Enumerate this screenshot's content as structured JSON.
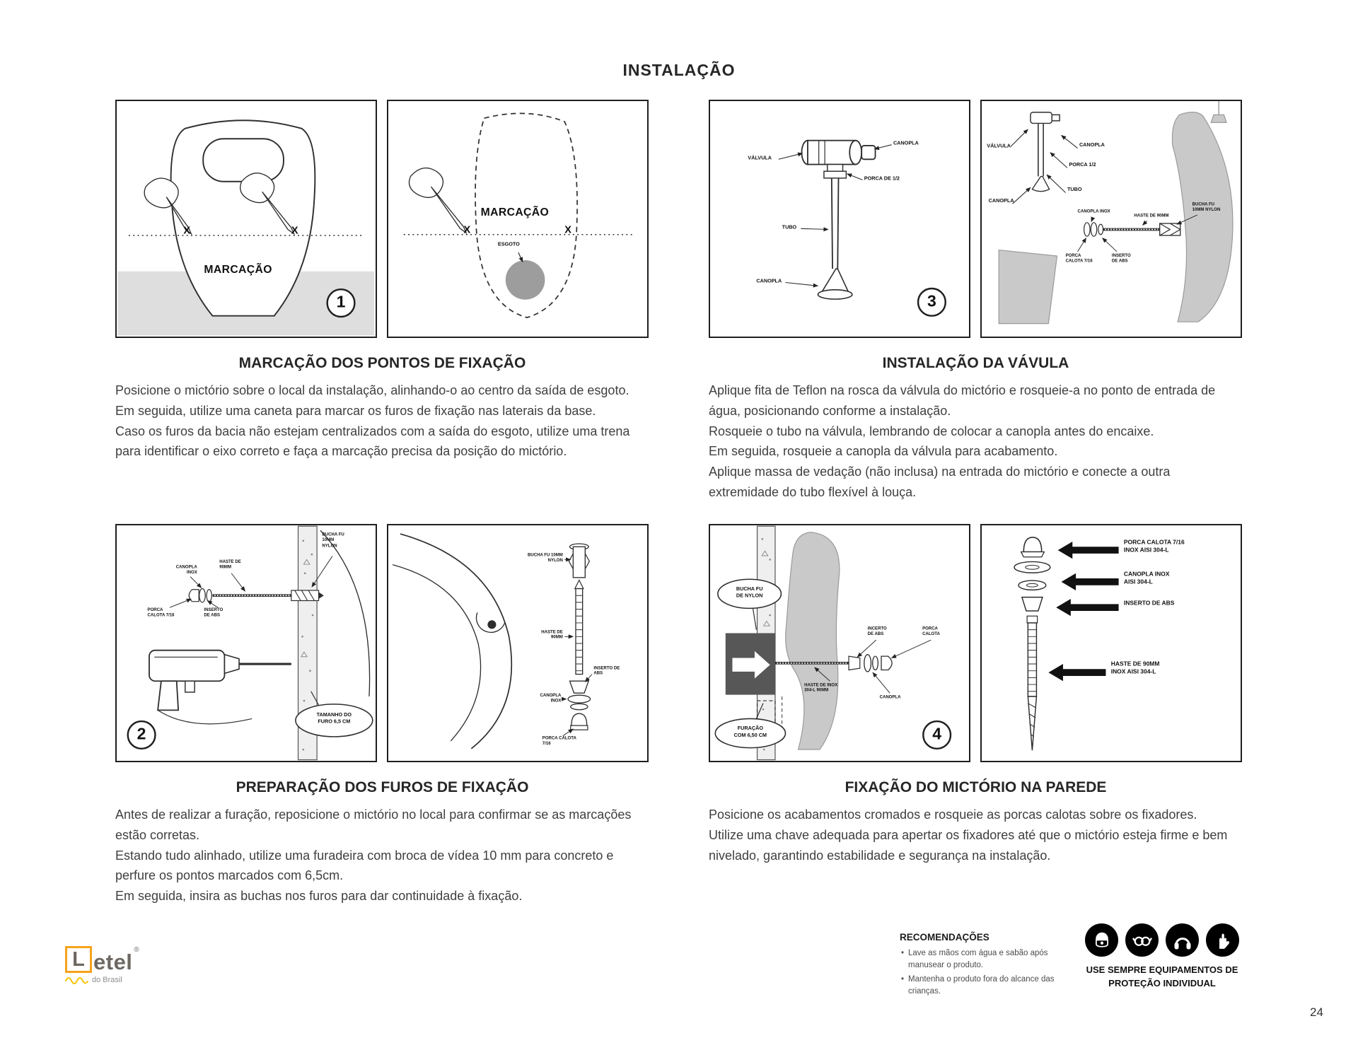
{
  "page": {
    "title": "INSTALAÇÃO",
    "page_number": "24"
  },
  "colors": {
    "logo_orange": "#F5A31A",
    "logo_wave": "#F6C915",
    "diagram_gray": "#C9C9C9"
  },
  "steps": {
    "s1": {
      "number": "1",
      "heading": "MARCAÇÃO DOS PONTOS DE FIXAÇÃO",
      "body": "Posicione o mictório sobre o local da instalação, alinhando-o ao centro da saída de esgoto. Em seguida, utilize uma caneta para marcar os furos de fixação nas laterais da base.\nCaso os furos da bacia não estejam centralizados com a saída do esgoto, utilize uma trena para identificar o eixo correto e faça a marcação precisa da posição do mictório.",
      "a": {
        "marcacao": "MARCAÇÃO",
        "x": "X"
      },
      "b": {
        "marcacao": "MARCAÇÃO",
        "esgoto": "ESGOTO",
        "x": "X"
      }
    },
    "s2": {
      "number": "2",
      "heading": "PREPARAÇÃO DOS FUROS DE FIXAÇÃO",
      "body": "Antes de realizar a furação, reposicione o mictório no local para confirmar se as marcações estão corretas.\nEstando tudo alinhado, utilize uma furadeira com broca de vídea 10 mm para concreto e perfure os pontos marcados com 6,5cm.\nEm seguida, insira as buchas nos furos para dar continuidade à fixação.",
      "a": {
        "bucha": "BUCHA FU\n10MM\nNYLON",
        "canopla_inox": "CANOPLA\nINOX",
        "haste": "HASTE DE\n90MM",
        "porca_calota": "PORCA\nCALOTA 7/16",
        "inserto": "INSERTO\nDE ABS",
        "tamanho_furo": "TAMANHO DO\nFURO 6,5 CM"
      },
      "b": {
        "bucha": "BUCHA FU 10MM\nNYLON",
        "haste": "HASTE DE\n90MM",
        "inserto": "INSERTO DE\nABS",
        "canopla_inox": "CANOPLA\nINOX",
        "porca_calota": "PORCA CALOTA\n7/16"
      }
    },
    "s3": {
      "number": "3",
      "heading": "INSTALAÇÃO DA VÁVULA",
      "body": "Aplique fita de Teflon na rosca da válvula do mictório e rosqueie-a no ponto de entrada de água, posicionando conforme a instalação.\nRosqueie o tubo na válvula, lembrando de colocar a canopla antes do encaixe.\nEm seguida, rosqueie a canopla da válvula para acabamento.\nAplique massa de vedação (não inclusa) na entrada do mictório e conecte a outra extremidade do tubo flexível à louça.",
      "a": {
        "canopla_top": "CANOPLA",
        "valvula": "VÁLVULA",
        "porca": "PORCA DE 1/2",
        "tubo": "TUBO",
        "canopla_bottom": "CANOPLA"
      },
      "b": {
        "valvula": "VÁLVULA",
        "canopla_top": "CANOPLA",
        "porca": "PORCA 1/2",
        "tubo": "TUBO",
        "canopla_left": "CANOPLA",
        "canopla_inox": "CANOPLA INOX",
        "haste": "HASTE DE 90MM",
        "bucha": "BUCHA FU\n10MM NYLON",
        "porca_calota": "PORCA\nCALOTA 7/16",
        "inserto": "INSERTO\nDE ABS"
      }
    },
    "s4": {
      "number": "4",
      "heading": "FIXAÇÃO DO MICTÓRIO NA PAREDE",
      "body": "Posicione os acabamentos cromados e rosqueie as porcas calotas sobre os fixadores.\nUtilize uma chave adequada para apertar os fixadores até que o mictório esteja firme e bem nivelado, garantindo estabilidade e segurança na instalação.",
      "a": {
        "bucha": "BUCHA FU\nDE NYLON",
        "incerto": "INCERTO\nDE ABS",
        "porca_calota": "PORCA\nCALOTA",
        "haste": "HASTE DE INOX\n304-L 90MM",
        "canopla": "CANOPLA",
        "furacao": "FURAÇÃO\nCOM 6,50 CM"
      },
      "b": {
        "porca_calota": "PORCA CALOTA 7/16\nINOX AISI 304-L",
        "canopla": "CANOPLA INOX\nAISI 304-L",
        "inserto": "INSERTO DE ABS",
        "haste": "HASTE DE 90MM\nINOX AISI 304-L"
      }
    }
  },
  "footer": {
    "logo": {
      "l": "L",
      "rest": "etel",
      "reg": "®",
      "sub": "do Brasil"
    },
    "recommendations_title": "RECOMENDAÇÕES",
    "rec_items": [
      "Lave as mãos com água e sabão após manusear o produto.",
      "Mantenha o produto fora do alcance das crianças."
    ],
    "ppe_text": "USE SEMPRE EQUIPAMENTOS DE\nPROTEÇÃO INDIVIDUAL"
  }
}
